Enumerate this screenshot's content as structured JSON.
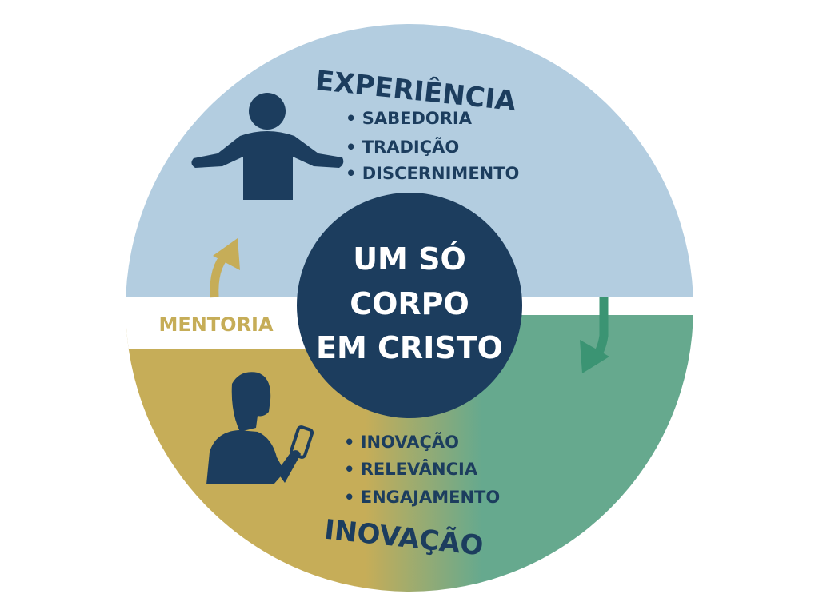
{
  "title": {
    "line1": "UM SÓ",
    "line2": "CORPO",
    "line3": "EM CRISTO"
  },
  "experience": {
    "heading": "EXPERIÊNCIA",
    "items": [
      "• SABEDORIA",
      "• TRADIÇÃO",
      "• DISCERNIMENTO"
    ]
  },
  "innovation": {
    "heading": "INOVAÇÃO",
    "items": [
      "• INOVAÇÃO",
      "• RELEVÂNCIA",
      "• ENGAJAMENTO"
    ]
  },
  "mentoring_label": "MENTORIA",
  "colors": {
    "top": "#b3cde0",
    "gold": "#c6ad58",
    "green": "#66a98e",
    "navy": "#1c3d5e",
    "arrow_green": "#3b9473"
  }
}
